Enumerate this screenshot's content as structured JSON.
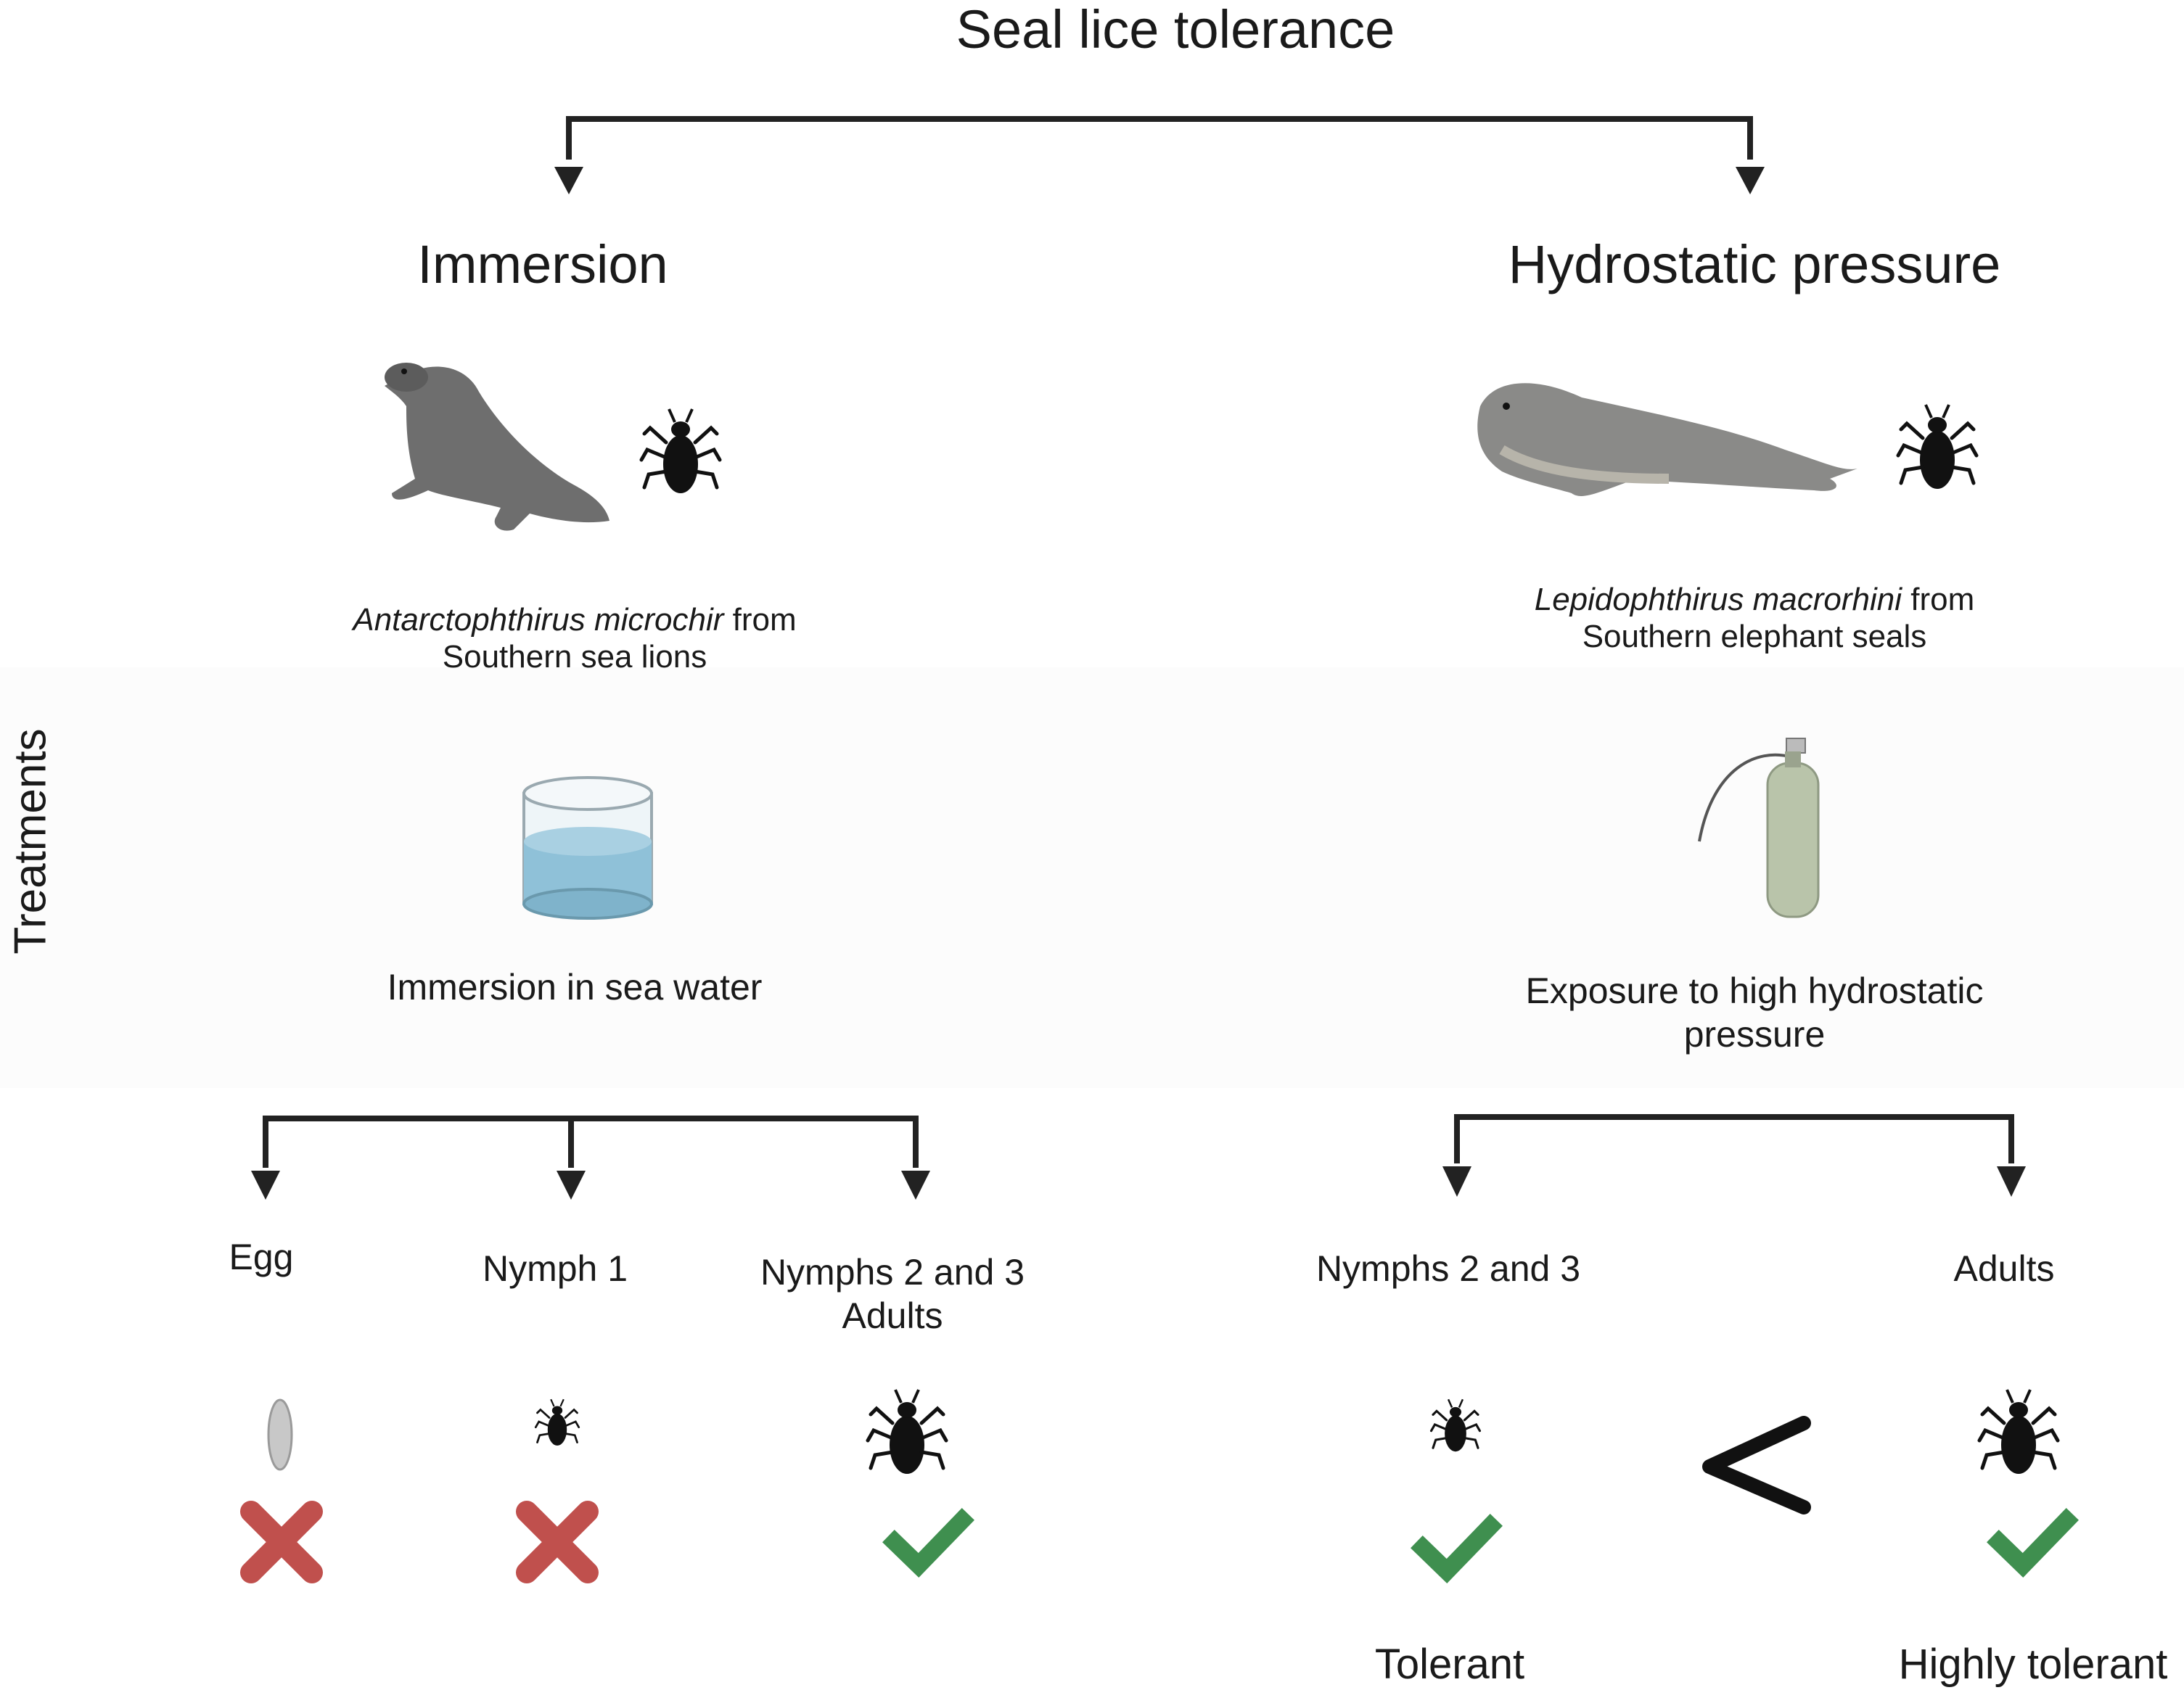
{
  "title": "Seal lice tolerance",
  "row_label": "Treatments",
  "left": {
    "heading": "Immersion",
    "species_italic": "Antarctophthirus microchir",
    "species_suffix": " from",
    "host": "Southern sea lions",
    "host_icon": "sea-lion",
    "treatment": "Immersion in sea water",
    "treatment_icon": "water-beaker",
    "stages": [
      {
        "label": "Egg",
        "icon": "egg",
        "result": "cross"
      },
      {
        "label": "Nymph 1",
        "icon": "louse-small",
        "result": "cross"
      },
      {
        "label_line1": "Nymphs 2 and 3",
        "label_line2": "Adults",
        "icon": "louse-large",
        "result": "check"
      }
    ]
  },
  "right": {
    "heading": "Hydrostatic pressure",
    "species_italic": "Lepidophthirus macrorhini",
    "species_suffix": " from",
    "host": "Southern elephant seals",
    "host_icon": "elephant-seal",
    "treatment_line1": "Exposure to high hydrostatic",
    "treatment_line2": "pressure",
    "treatment_icon": "gas-cylinder",
    "stages": [
      {
        "label": "Nymphs 2 and 3",
        "icon": "louse-small",
        "result": "check",
        "outcome": "Tolerant"
      },
      {
        "label": "Adults",
        "icon": "louse-large",
        "result": "check",
        "outcome": "Highly tolerant"
      }
    ],
    "comparison": "less-than"
  },
  "colors": {
    "arrow": "#222222",
    "cross": "#c0504d",
    "check": "#3f8f4f",
    "seal": "#6e6e6e",
    "water": "#8fc1d8",
    "cylinder": "#b9c4aa"
  }
}
